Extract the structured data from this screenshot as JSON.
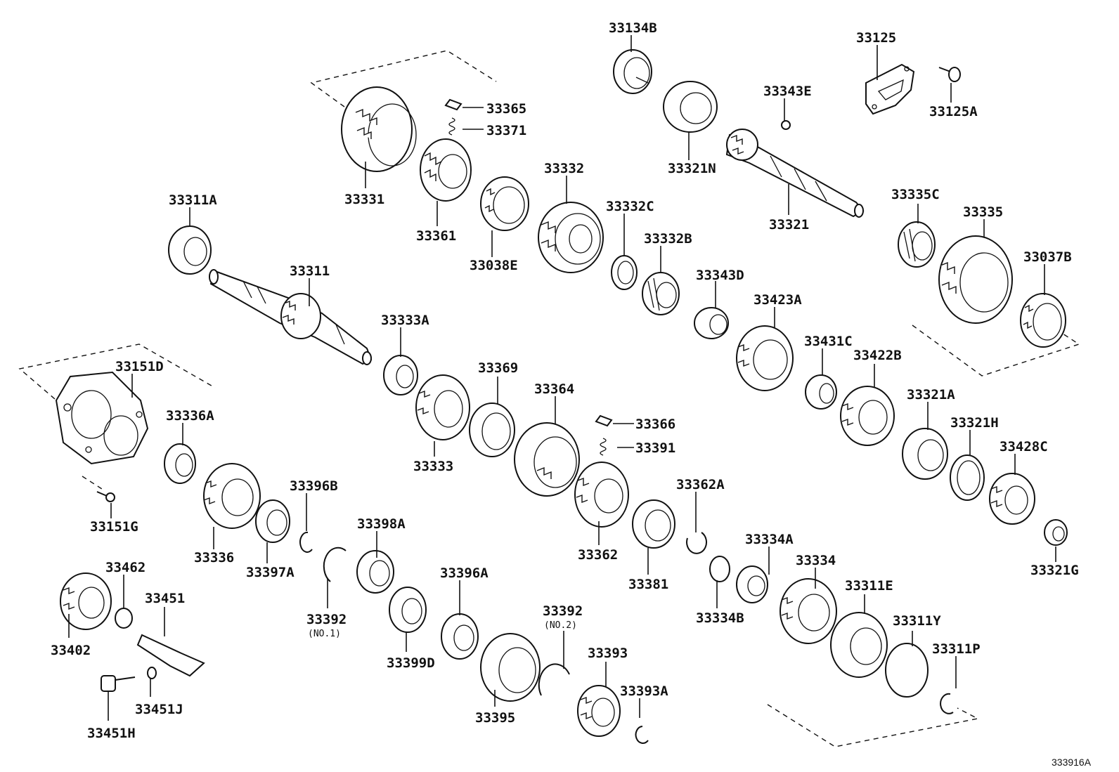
{
  "labels": {
    "l33134B": "33134B",
    "l33125": "33125",
    "l33365": "33365",
    "l33371": "33371",
    "l33343E": "33343E",
    "l33125A": "33125A",
    "l33331": "33331",
    "l33332": "33332",
    "l33321N": "33321N",
    "l33311A": "33311A",
    "l33361": "33361",
    "l33332C": "33332C",
    "l33321": "33321",
    "l33335C": "33335C",
    "l33335": "33335",
    "l33038E": "33038E",
    "l33332B": "33332B",
    "l33311": "33311",
    "l33343D": "33343D",
    "l33037B": "33037B",
    "l33423A": "33423A",
    "l33333A": "33333A",
    "l33431C": "33431C",
    "l33369": "33369",
    "l33151D": "33151D",
    "l33422B": "33422B",
    "l33364": "33364",
    "l33321A": "33321A",
    "l33336A": "33336A",
    "l33366": "33366",
    "l33321H": "33321H",
    "l33391": "33391",
    "l33428C": "33428C",
    "l33333": "33333",
    "l33396B": "33396B",
    "l33362A": "33362A",
    "l33151G": "33151G",
    "l33398A": "33398A",
    "l33336": "33336",
    "l33362": "33362",
    "l33334A": "33334A",
    "l33321G": "33321G",
    "l33462": "33462",
    "l33397A": "33397A",
    "l33334": "33334",
    "l33396A": "33396A",
    "l33381": "33381",
    "l33311E": "33311E",
    "l33451": "33451",
    "l33392a": "33392",
    "l33392b": "33392",
    "l33334B": "33334B",
    "l33311Y": "33311Y",
    "l33402": "33402",
    "l33393": "33393",
    "l33399D": "33399D",
    "l33311P": "33311P",
    "l33393A": "33393A",
    "l33451J": "33451J",
    "l33395": "33395",
    "l33451H": "33451H"
  },
  "notes": {
    "no1": "(NO.1)",
    "no2": "(NO.2)"
  },
  "reference": "333916A"
}
